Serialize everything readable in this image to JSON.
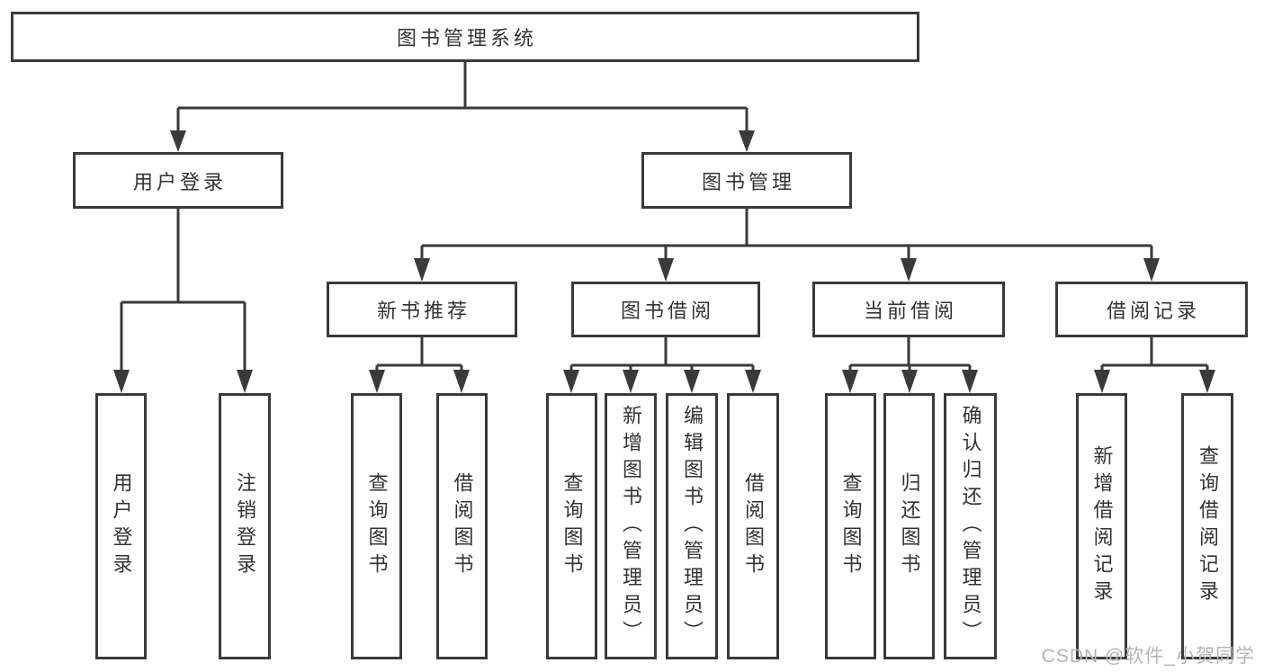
{
  "diagram": {
    "root": {
      "label": "图书管理系统"
    },
    "login": {
      "label": "用户登录",
      "children": [
        {
          "label": "用户登录"
        },
        {
          "label": "注销登录"
        }
      ]
    },
    "management": {
      "label": "图书管理",
      "groups": [
        {
          "label": "新书推荐",
          "children": [
            {
              "label": "查询图书"
            },
            {
              "label": "借阅图书"
            }
          ]
        },
        {
          "label": "图书借阅",
          "children": [
            {
              "label": "查询图书"
            },
            {
              "label": "新增图书（管理员）"
            },
            {
              "label": "编辑图书（管理员）"
            },
            {
              "label": "借阅图书"
            }
          ]
        },
        {
          "label": "当前借阅",
          "children": [
            {
              "label": "查询图书"
            },
            {
              "label": "归还图书"
            },
            {
              "label": "确认归还（管理员）"
            }
          ]
        },
        {
          "label": "借阅记录",
          "children": [
            {
              "label": "新增借阅记录"
            },
            {
              "label": "查询借阅记录"
            }
          ]
        }
      ]
    }
  },
  "watermark": {
    "text": "CSDN @软件_小贺同学"
  },
  "colors": {
    "line": "#3a3a3a",
    "box_border": "#3a3a3a",
    "text": "#333333",
    "background": "#ffffff",
    "watermark": "#b5b5b5"
  }
}
